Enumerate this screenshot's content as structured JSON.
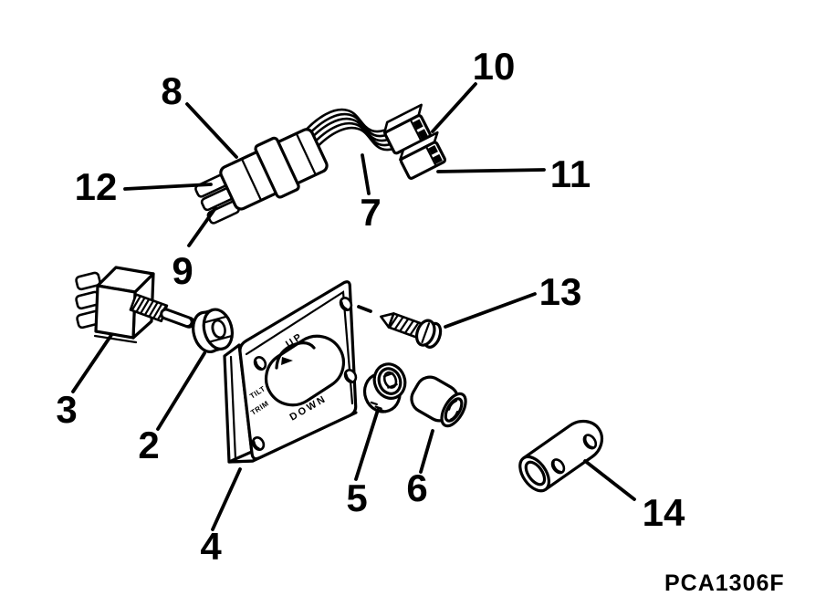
{
  "figure_code": "PCA1306F",
  "plate_markings": {
    "up": "UP",
    "down": "DOWN",
    "tilt": "TILT",
    "trim": "TRIM"
  },
  "callouts": {
    "c2": "2",
    "c3": "3",
    "c4": "4",
    "c5": "5",
    "c6": "6",
    "c7": "7",
    "c8": "8",
    "c9": "9",
    "c10": "10",
    "c11": "11",
    "c12": "12",
    "c13": "13",
    "c14": "14"
  },
  "colors": {
    "ink": "#000000",
    "paper": "#ffffff"
  }
}
